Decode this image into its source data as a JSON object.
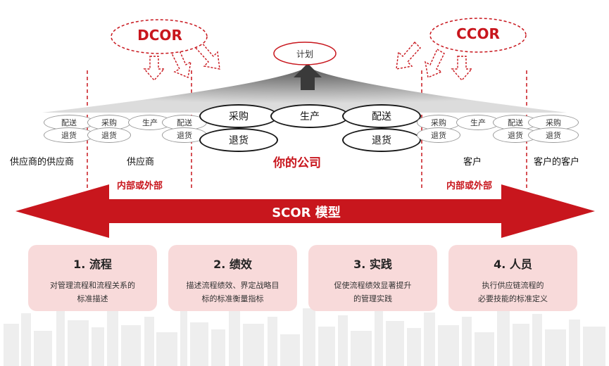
{
  "top": {
    "dcor": "DCOR",
    "ccor": "CCOR",
    "plan": "计划"
  },
  "chain": {
    "supplier_supplier": {
      "name": "供应商的供应商",
      "deliver": "配送",
      "return": "退货"
    },
    "supplier": {
      "source": "采购",
      "make": "生产",
      "deliver": "配送",
      "source_return": "退货",
      "deliver_return": "退货"
    },
    "company": {
      "name": "你的公司",
      "source": "采购",
      "make": "生产",
      "deliver": "配送",
      "source_return": "退货",
      "deliver_return": "退货"
    },
    "customer": {
      "name": "客户",
      "source": "采购",
      "make": "生产",
      "deliver": "配送",
      "source_return": "退货",
      "deliver_return": "退货"
    },
    "customer_customer": {
      "name": "客户的客户",
      "source": "采购",
      "return": "退货"
    },
    "supplier_name": "供应商"
  },
  "labels": {
    "internal_external_left": "内部或外部",
    "internal_external_right": "内部或外部",
    "scor_model": "SCOR 模型"
  },
  "cards": [
    {
      "title": "1. 流程",
      "line1": "对管理流程和流程关系的",
      "line2": "标准描述"
    },
    {
      "title": "2. 绩效",
      "line1": "描述流程绩效、界定战略目",
      "line2": "标的标准衡量指标"
    },
    {
      "title": "3. 实践",
      "line1": "促使流程绩效显著提升",
      "line2": "的管理实践"
    },
    {
      "title": "4. 人员",
      "line1": "执行供应链流程的",
      "line2": "必要技能的标准定义"
    }
  ],
  "colors": {
    "accent": "#c8161d",
    "card_bg": "#f8dada"
  }
}
